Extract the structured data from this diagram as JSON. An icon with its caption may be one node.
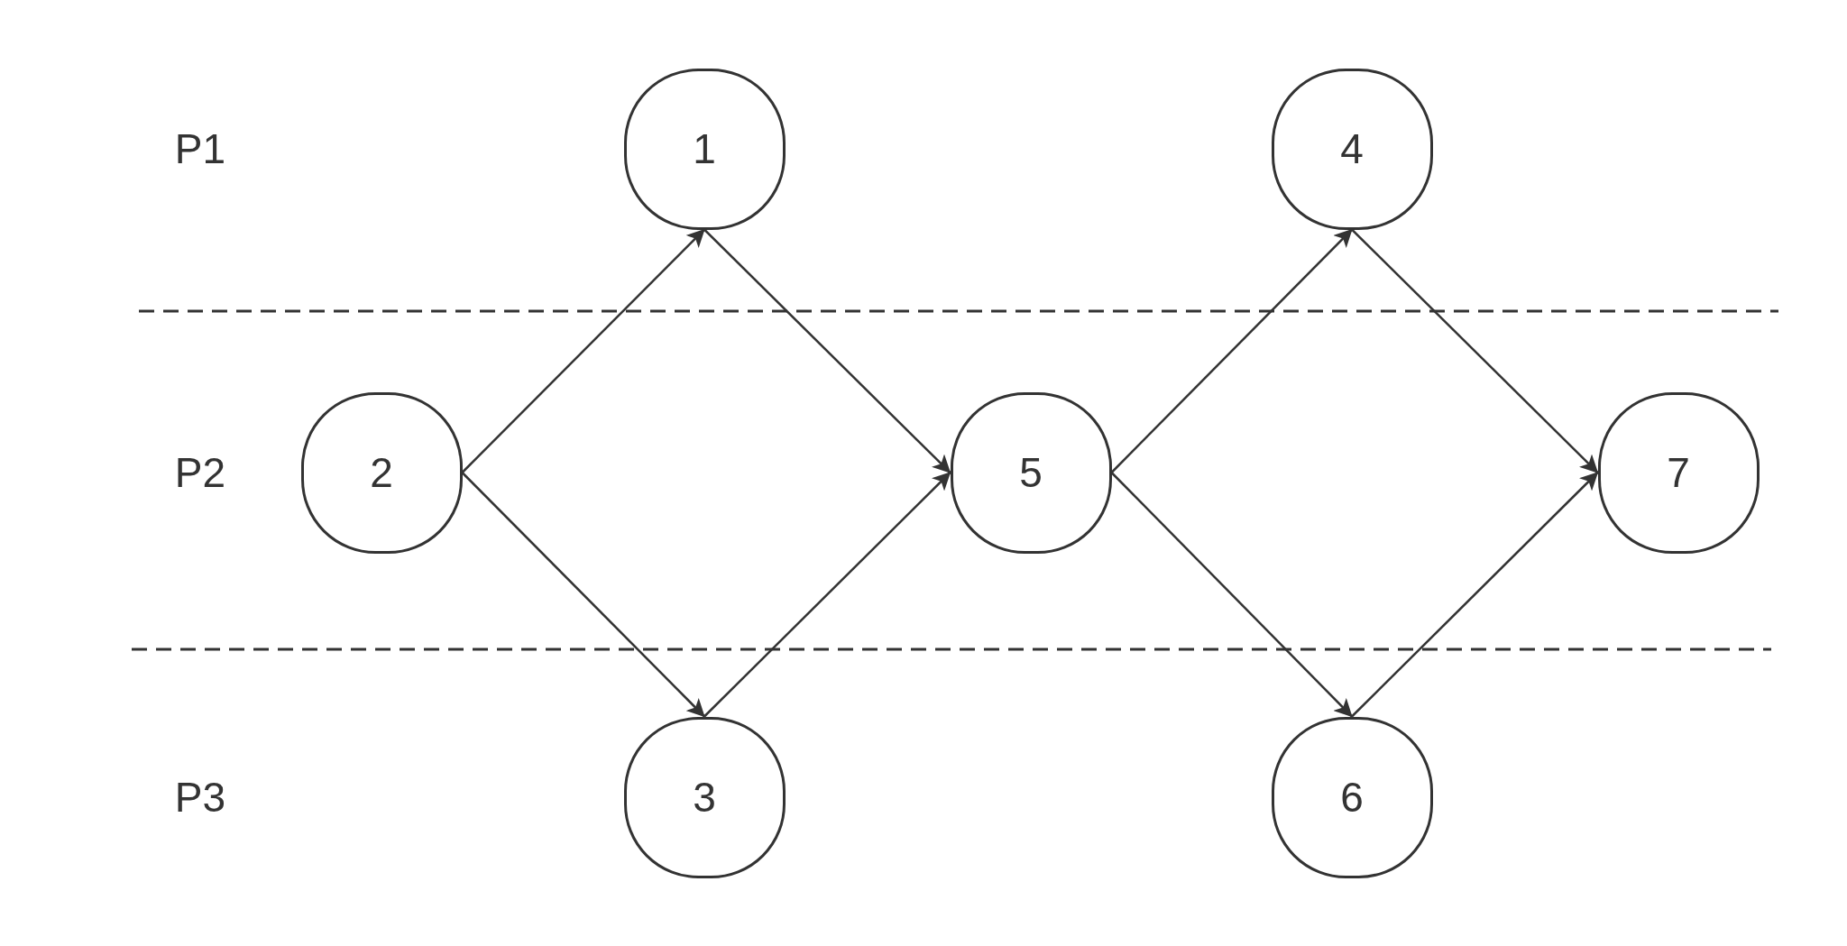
{
  "diagram": {
    "nodes": [
      {
        "text": [
          "1"
        ]
      },
      {
        "text": [
          "2"
        ]
      },
      {
        "text": [
          "3"
        ]
      },
      {
        "text": [
          "4"
        ]
      },
      {
        "text": [
          "5"
        ]
      },
      {
        "text": [
          "6"
        ]
      },
      {
        "text": [
          "7"
        ]
      }
    ],
    "edges": [
      {
        "from": 1,
        "to": 0,
        "arrow": "to"
      },
      {
        "from": 0,
        "to": 4,
        "arrow": "to"
      },
      {
        "from": 1,
        "to": 2,
        "arrow": "to"
      },
      {
        "from": 2,
        "to": 4,
        "arrow": "to"
      },
      {
        "from": 4,
        "to": 3,
        "arrow": "to"
      },
      {
        "from": 3,
        "to": 6,
        "arrow": "to"
      },
      {
        "from": 4,
        "to": 5,
        "arrow": "to"
      },
      {
        "from": 5,
        "to": 6,
        "arrow": "to"
      }
    ],
    "labels": [
      "P1",
      "P2",
      "P3"
    ]
  }
}
